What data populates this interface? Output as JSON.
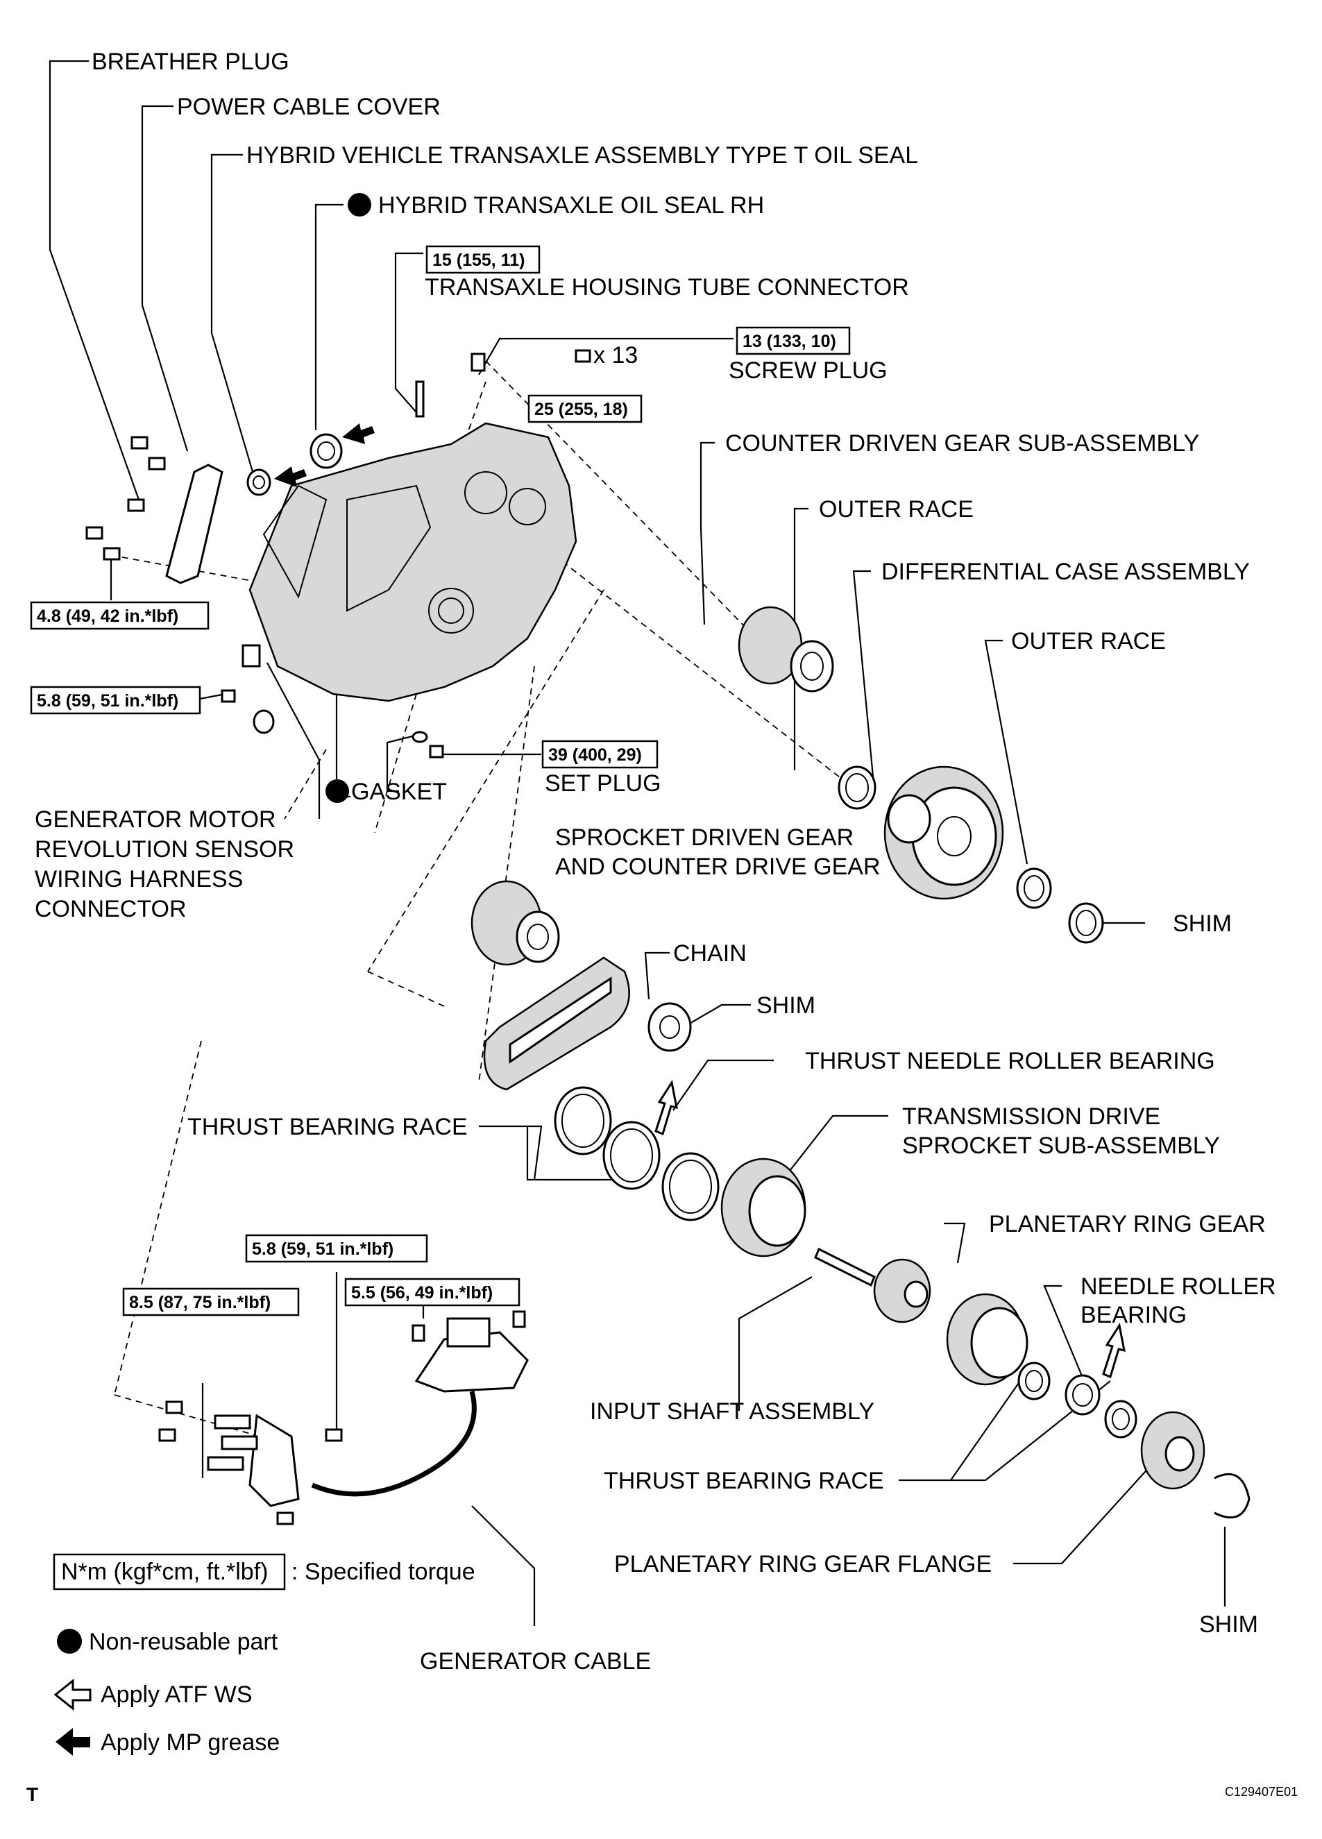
{
  "labels": {
    "breather_plug": "BREATHER PLUG",
    "power_cable_cover": "POWER CABLE COVER",
    "type_t_oil_seal": "HYBRID VEHICLE TRANSAXLE ASSEMBLY TYPE T OIL SEAL",
    "oil_seal_rh": "HYBRID TRANSAXLE OIL SEAL RH",
    "housing_tube_connector": "TRANSAXLE HOUSING TUBE CONNECTOR",
    "screw_plug": "SCREW PLUG",
    "x13": "x 13",
    "counter_driven_gear": "COUNTER DRIVEN GEAR SUB-ASSEMBLY",
    "outer_race_1": "OUTER RACE",
    "differential_case": "DIFFERENTIAL CASE ASSEMBLY",
    "outer_race_2": "OUTER RACE",
    "set_plug": "SET PLUG",
    "gasket": "GASKET",
    "generator_sensor_1": "GENERATOR MOTOR",
    "generator_sensor_2": "REVOLUTION SENSOR",
    "generator_sensor_3": "WIRING HARNESS",
    "generator_sensor_4": "CONNECTOR",
    "sprocket_driven_1": "SPROCKET DRIVEN GEAR",
    "sprocket_driven_2": "AND COUNTER DRIVE GEAR",
    "shim_1": "SHIM",
    "chain": "CHAIN",
    "shim_2": "SHIM",
    "thrust_needle_roller_bearing": "THRUST NEEDLE ROLLER BEARING",
    "thrust_bearing_race_1": "THRUST BEARING RACE",
    "transmission_drive_1": "TRANSMISSION DRIVE",
    "transmission_drive_2": "SPROCKET SUB-ASSEMBLY",
    "planetary_ring_gear": "PLANETARY RING GEAR",
    "needle_roller_1": "NEEDLE ROLLER",
    "needle_roller_2": "BEARING",
    "input_shaft": "INPUT SHAFT ASSEMBLY",
    "thrust_bearing_race_2": "THRUST BEARING RACE",
    "planetary_flange": "PLANETARY RING GEAR FLANGE",
    "shim_3": "SHIM",
    "generator_cable": "GENERATOR CABLE"
  },
  "torques": {
    "t1": "15 (155, 11)",
    "t2": "13 (133, 10)",
    "t3": "25 (255, 18)",
    "t4": "4.8 (49, 42 in.*lbf)",
    "t5": "5.8 (59, 51 in.*lbf)",
    "t6": "39 (400, 29)",
    "t7": "5.8 (59, 51 in.*lbf)",
    "t8": "8.5 (87, 75 in.*lbf)",
    "t9": "5.5 (56, 49 in.*lbf)"
  },
  "legend": {
    "torque_box": "N*m (kgf*cm, ft.*lbf)",
    "torque_text": ": Specified torque",
    "non_reusable": "Non-reusable part",
    "atf": "Apply ATF WS",
    "grease": "Apply MP grease"
  },
  "footer": {
    "corner_mark": "T",
    "figure_code": "C129407E01"
  },
  "icons": [
    "non-reusable-dot-icon",
    "atf-open-arrow-icon",
    "grease-filled-arrow-icon"
  ]
}
